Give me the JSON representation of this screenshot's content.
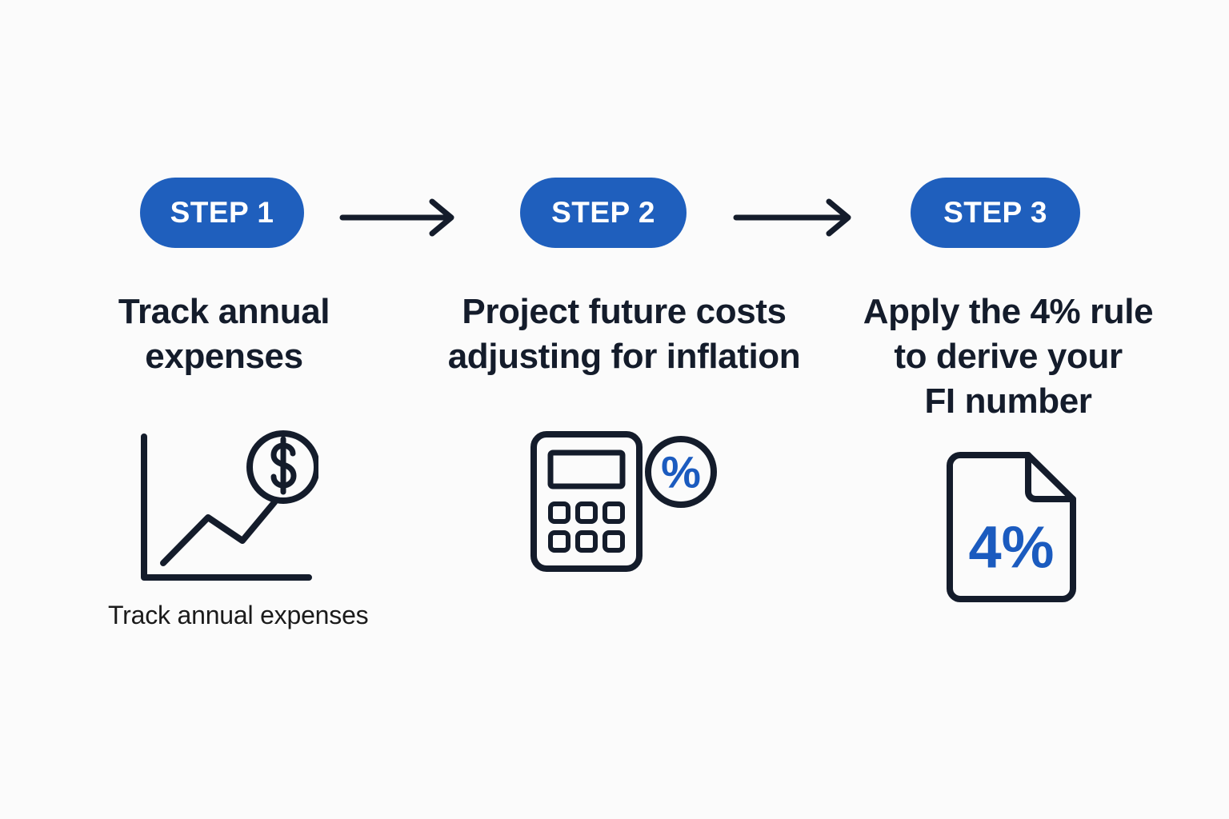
{
  "page": {
    "background_color": "#fbfbfb",
    "brand_blue": "#1f5fbd",
    "ink_navy": "#141c2b",
    "accent_blue": "#1b5bbf"
  },
  "steps": [
    {
      "badge_label": "STEP 1",
      "heading_lines": [
        "Track annual",
        "expenses"
      ],
      "heading_text": "Track annual expenses",
      "caption": "Track annual expenses",
      "icon_name": "line-chart-dollar-icon"
    },
    {
      "badge_label": "STEP 2",
      "heading_lines": [
        "Project future costs",
        "adjusting for inflation"
      ],
      "heading_text": "Project future costs adjusting for inflation",
      "caption": "",
      "icon_name": "calculator-percent-icon",
      "icon_badge_label": "%"
    },
    {
      "badge_label": "STEP 3",
      "heading_lines": [
        "Apply the 4% rule",
        "to derive your",
        "FI number"
      ],
      "heading_text": "Apply the 4% rule to derive your FI number",
      "caption": "",
      "icon_name": "document-percent-icon",
      "icon_value_label": "4%"
    }
  ],
  "connectors": [
    {
      "name": "arrow-step1-to-step2",
      "direction": "right"
    },
    {
      "name": "arrow-step2-to-step3",
      "direction": "right"
    }
  ]
}
